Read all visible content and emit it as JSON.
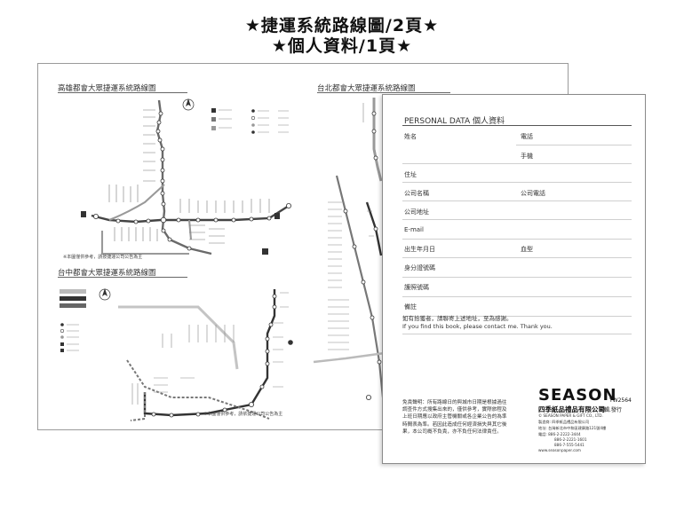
{
  "header": {
    "line1": "★捷運系統路線圖/2頁★",
    "line2": "★個人資料/1頁★"
  },
  "kaohsiung_map": {
    "title": "高雄都會大眾捷運系統路線圖",
    "legend_note": "※本圖僅供參考，請按捷運公司公告為主"
  },
  "taichung_map": {
    "title": "台中都會大眾捷運系統路線圖",
    "legend_note": "※本圖僅供參考，請依捷運公司公告為主"
  },
  "taipei_map": {
    "title": "台北都會大眾捷運系統路線圖"
  },
  "personal_data": {
    "title": "PERSONAL DATA  個人資料",
    "fields": {
      "name": "姓名",
      "phone": "電話",
      "mobile": "手機",
      "address": "住址",
      "company_name": "公司名稱",
      "company_phone": "公司電話",
      "company_address": "公司地址",
      "email": "E-mail",
      "birthday": "出生年月日",
      "blood_type": "血型",
      "id_number": "身分證號碼",
      "passport_number": "護照號碼",
      "remarks": "備註"
    },
    "contact_zh": "如有拾獲者，請聯寄上述地址，至為感謝。",
    "contact_en": "If you find this book, please contact me. Thank you.",
    "disclaimer": "免責聲明：所有路線日的與城市日期是根據過往調查件方式搜集出來的，僅供參考，實際旅程及上班日期應以政府主管機關或各企業公告的為準時間表為準。若因此造成任何經濟損失與其它後果，本公司概不負責，亦不負任何法律責任。"
  },
  "brand": {
    "name": "SEASON",
    "code": "YW2564",
    "company": "四季紙品禮品有限公司",
    "company_suffix": "編輯.發行",
    "copyright": "© SEASON PAPER & GIFT CO., LTD.",
    "manufacturer": "製造商: 四季紙品禮品有限公司",
    "address": "地址: 台灣新北市中和區建康路121號4樓",
    "phone1": "電話: 886-2-2222-3444",
    "phone2": "886-2-2221-1601",
    "fax": "886-7-555-5441",
    "website": "www.seasonpaper.com"
  },
  "colors": {
    "line_dark": "#222222",
    "line_mid": "#6a6a6a",
    "line_light": "#a8a8a8",
    "rule": "#cfcfcf"
  }
}
